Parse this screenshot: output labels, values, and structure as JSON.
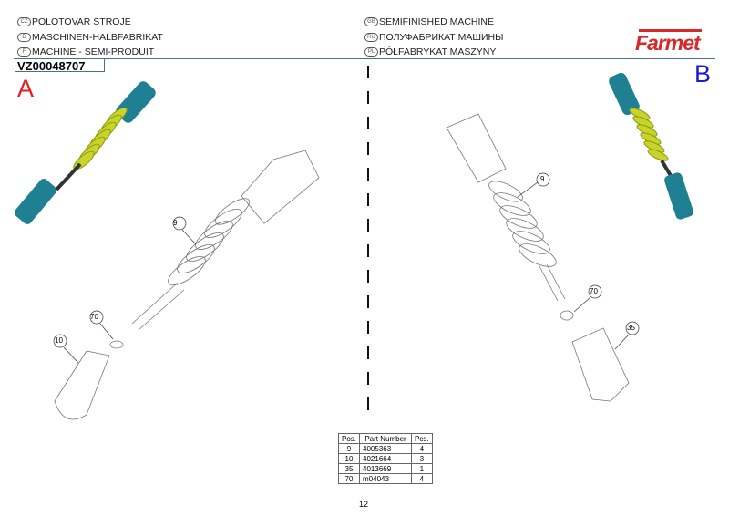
{
  "header": {
    "left": [
      {
        "flag": "CZ",
        "text": "POLOTOVAR STROJE"
      },
      {
        "flag": "D",
        "text": "MASCHINEN-HALBFABRIKAT"
      },
      {
        "flag": "F",
        "text": "MACHINE - SEMI-PRODUIT"
      }
    ],
    "right": [
      {
        "flag": "GB",
        "text": "SEMIFINISHED MACHINE"
      },
      {
        "flag": "RU",
        "text": "ПОЛУФАБРИКАТ МАШИНЫ"
      },
      {
        "flag": "PL",
        "text": "PÓŁFABRYKAT MASZYNY"
      }
    ],
    "code": "VZ00048707",
    "logo": "Farmet"
  },
  "views": {
    "a": "A",
    "b": "B"
  },
  "callouts": {
    "left": [
      "9",
      "70",
      "10"
    ],
    "right": [
      "9",
      "70",
      "35"
    ]
  },
  "colors": {
    "teal": "#1f7f93",
    "spring": "#c8d42a",
    "red": "#e02020",
    "blue": "#1a1ad0"
  },
  "parts_table": {
    "headers": [
      "Pos.",
      "Part Number",
      "Pcs."
    ],
    "rows": [
      [
        "9",
        "4005363",
        "4"
      ],
      [
        "10",
        "4021664",
        "3"
      ],
      [
        "35",
        "4013669",
        "1"
      ],
      [
        "70",
        "m04043",
        "4"
      ]
    ]
  },
  "page_number": "12"
}
